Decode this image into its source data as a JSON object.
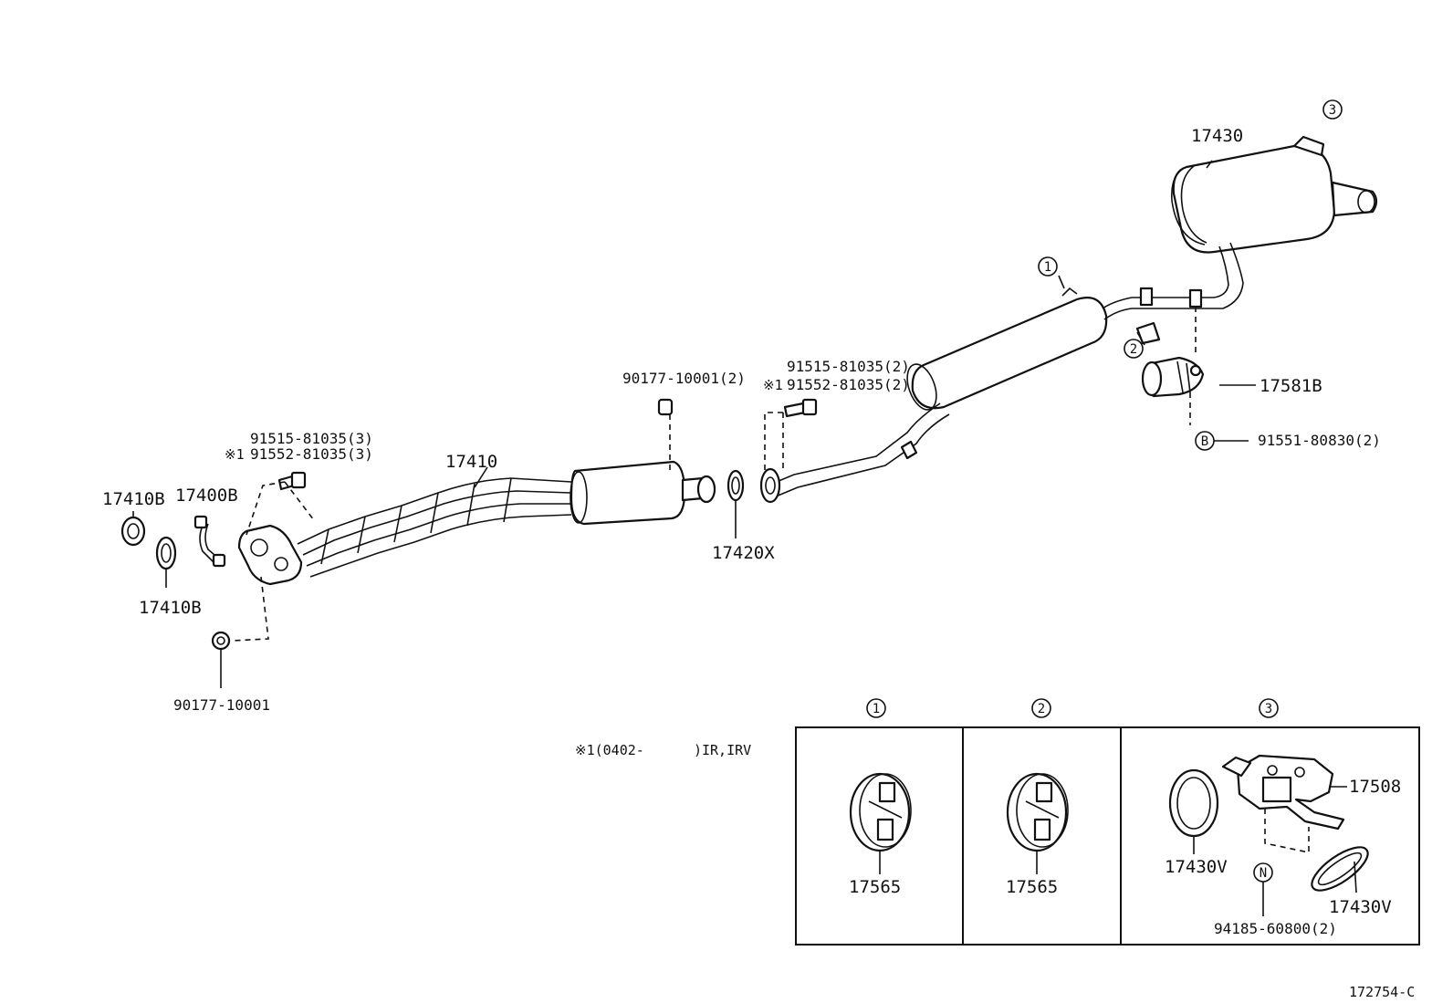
{
  "labels": {
    "p17430": "17430",
    "p17581B": "17581B",
    "p91551": "91551-80830(2)",
    "p91515_2": "91515-81035(2)",
    "p91552_2": "91552-81035(2)",
    "p90177_2": "90177-10001(2)",
    "p17410": "17410",
    "p91515_3": "91515-81035(3)",
    "p91552_3": "91552-81035(3)",
    "p17410B_top": "17410B",
    "p17400B": "17400B",
    "p17410B_bottom": "17410B",
    "p17420X": "17420X",
    "p90177": "90177-10001",
    "p17565_1": "17565",
    "p17565_2": "17565",
    "p17508": "17508",
    "p17430V_left": "17430V",
    "p17430V_right": "17430V",
    "p94185": "94185-60800(2)"
  },
  "marks": {
    "note_mark": "※1",
    "note_text": "※1(0402-      )IR,IRV",
    "callout_1": "1",
    "callout_2": "2",
    "callout_3": "3",
    "letter_B": "B",
    "letter_N": "N"
  },
  "legend_boxes": [
    {
      "callout": "1",
      "part": "17565"
    },
    {
      "callout": "2",
      "part": "17565"
    },
    {
      "callout": "3",
      "parts": [
        "17430V",
        "17508",
        "94185-60800(2)",
        "17430V"
      ]
    }
  ],
  "figure_code": "172754-C"
}
